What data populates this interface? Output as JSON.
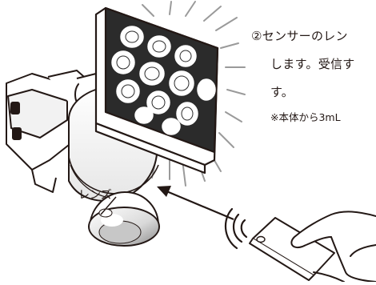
{
  "instruction": {
    "line1": "②センサーのレン",
    "line2": "します。受信す",
    "line3": "す。",
    "note": "※本体から3mL"
  },
  "labels": {
    "lens": "レンズ"
  }
}
